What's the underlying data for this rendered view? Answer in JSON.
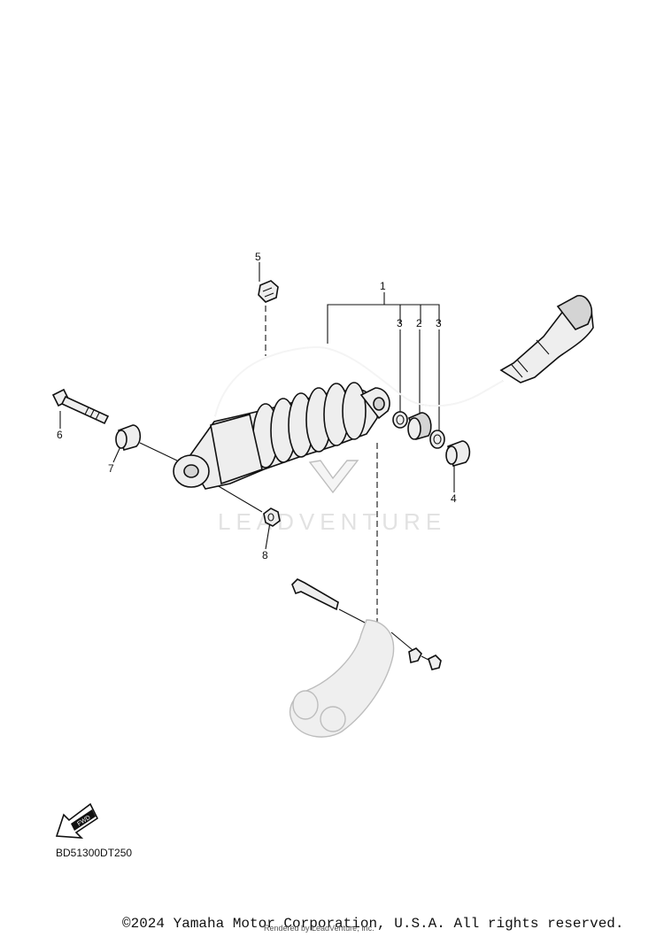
{
  "diagram": {
    "callouts": {
      "c1": "1",
      "c2": "2",
      "c3a": "3",
      "c3b": "3",
      "c4": "4",
      "c5": "5",
      "c6": "6",
      "c7": "7",
      "c8": "8"
    },
    "fwd_icon": "fwd-arrow-icon",
    "drawing_code": "BD51300DT250",
    "watermark": "LEADVENTURE",
    "copyright": "©2024 Yamaha Motor Corporation, U.S.A. All rights reserved.",
    "rendered_by": "Rendered by LeadVenture, Inc."
  }
}
